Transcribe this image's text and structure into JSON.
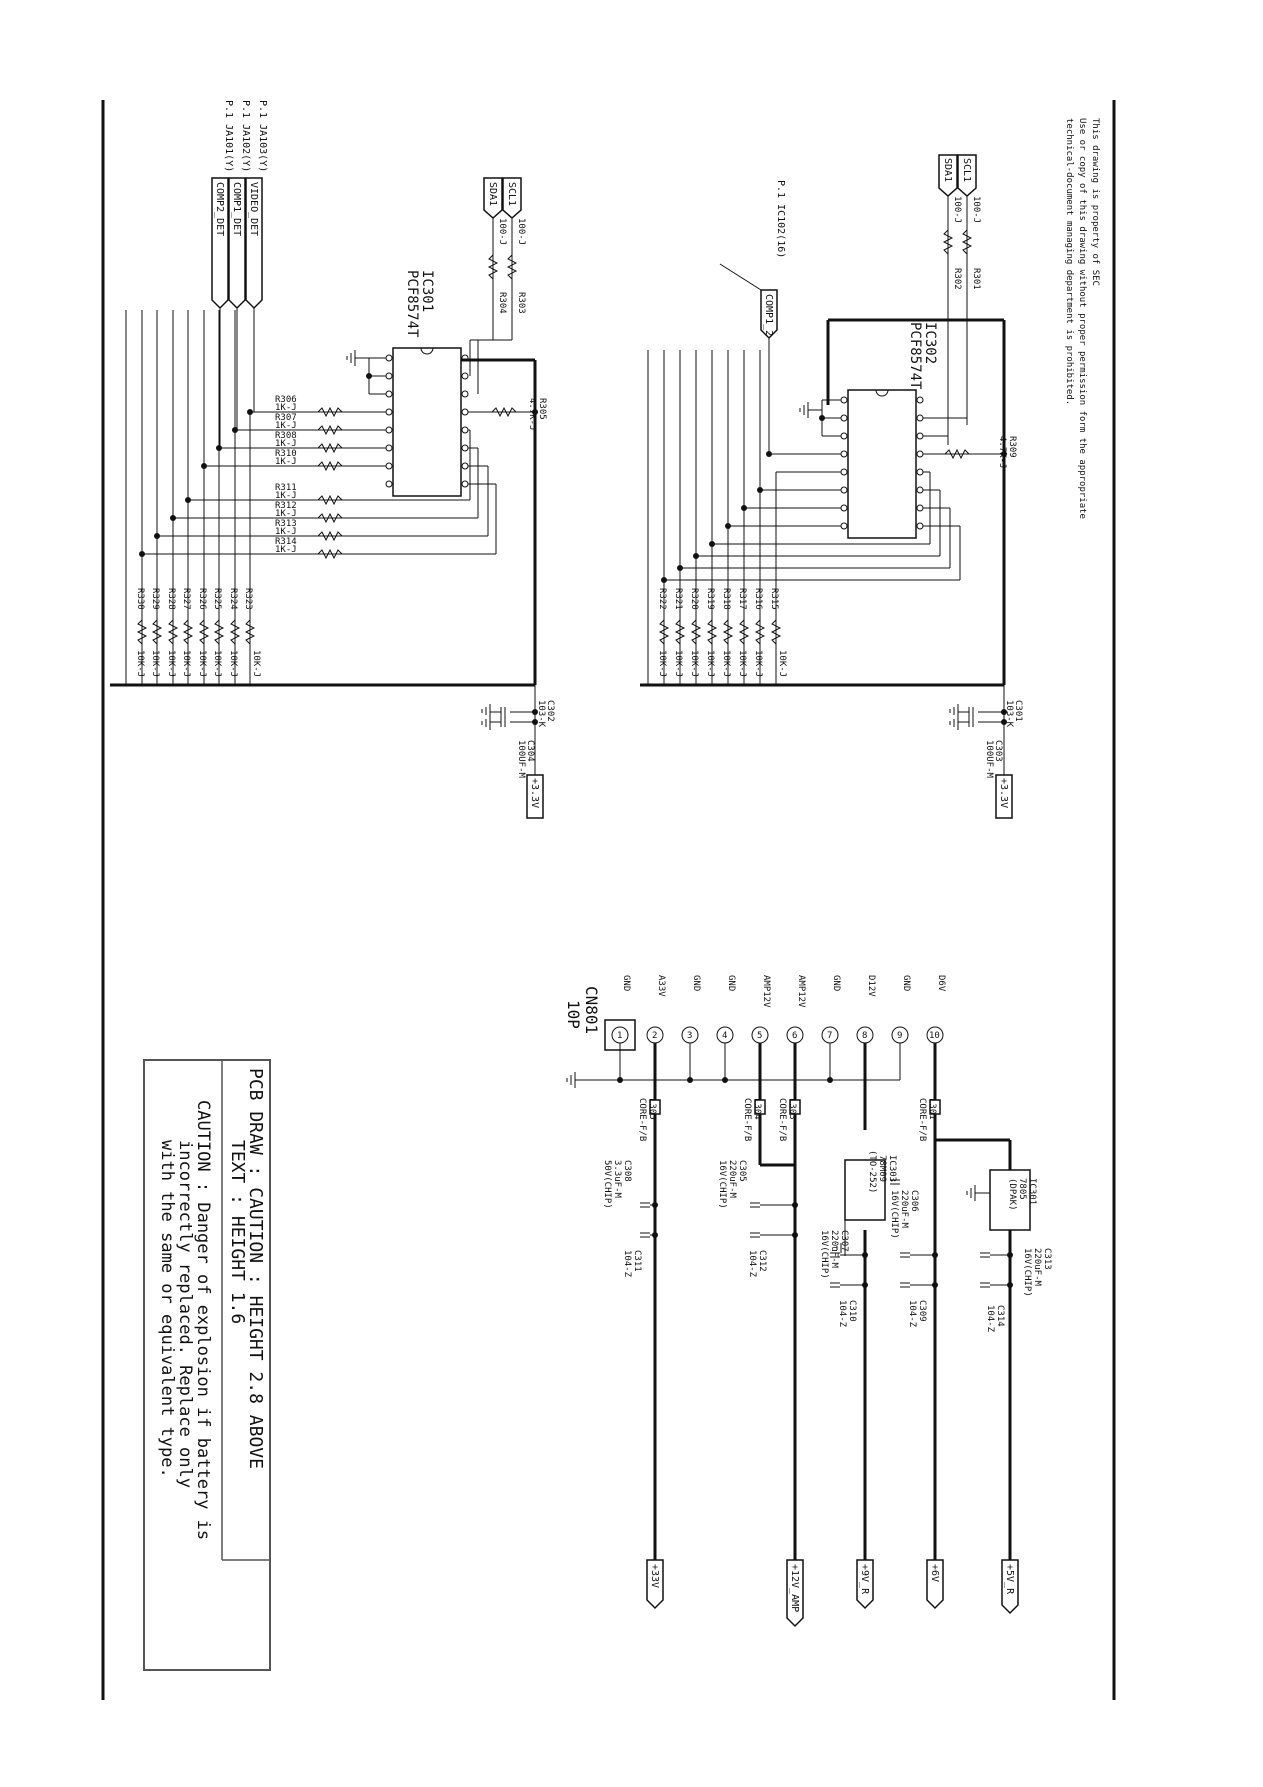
{
  "notice": {
    "line1": "This drawing is property of SEC",
    "line2": "Use or copy of this drawing without proper permission form the appropriate",
    "line3": "technical-document managing department is prohibited."
  },
  "ic301": {
    "ref": "IC301",
    "part": "PCF8574T",
    "inputs": {
      "sda": "SDA1",
      "scl": "SCL1",
      "video_det": "VIDEO_DET",
      "comp1_det": "COMP1_DET",
      "comp2_det": "COMP2_DET",
      "video_src": "P.1 JA103(Y)",
      "comp1_src": "P.1 JA102(Y)",
      "comp2_src": "P.1 JA101(Y)"
    },
    "series": [
      {
        "ref": "R303",
        "value": "100-J"
      },
      {
        "ref": "R304",
        "value": "100-J"
      }
    ],
    "pullup": {
      "ref": "R305",
      "value": "4.7K-J"
    },
    "isolation": [
      {
        "ref": "R306",
        "value": "1K-J"
      },
      {
        "ref": "R307",
        "value": "1K-J"
      },
      {
        "ref": "R308",
        "value": "1K-J"
      },
      {
        "ref": "R310",
        "value": "1K-J"
      },
      {
        "ref": "R311",
        "value": "1K-J"
      },
      {
        "ref": "R312",
        "value": "1K-J"
      },
      {
        "ref": "R313",
        "value": "1K-J"
      },
      {
        "ref": "R314",
        "value": "1K-J"
      }
    ],
    "bias": [
      {
        "ref": "R330",
        "value": "10K-J"
      },
      {
        "ref": "R329",
        "value": "10K-J"
      },
      {
        "ref": "R328",
        "value": "10K-J"
      },
      {
        "ref": "R327",
        "value": "10K-J"
      },
      {
        "ref": "R326",
        "value": "10K-J"
      },
      {
        "ref": "R325",
        "value": "10K-J"
      },
      {
        "ref": "R324",
        "value": "10K-J"
      },
      {
        "ref": "R323",
        "value": "10K-J"
      }
    ],
    "cap_a": {
      "ref": "C302",
      "value": "103-K"
    },
    "cap_b": {
      "ref": "C304",
      "value": "100UF-M"
    },
    "rail": "+3.3V"
  },
  "ic302": {
    "ref": "IC302",
    "part": "PCF8574T",
    "inputs": {
      "sda": "SDA1",
      "scl": "SCL1",
      "comp": "COMP1_2",
      "comp_src": "P.1 IC102(16)"
    },
    "series": [
      {
        "ref": "R302",
        "value": "100-J"
      },
      {
        "ref": "R301",
        "value": "100-J"
      }
    ],
    "pullup": {
      "ref": "R309",
      "value": "4.7K-J"
    },
    "bias": [
      {
        "ref": "R322",
        "value": "10K-J"
      },
      {
        "ref": "R321",
        "value": "10K-J"
      },
      {
        "ref": "R320",
        "value": "10K-J"
      },
      {
        "ref": "R319",
        "value": "10K-J"
      },
      {
        "ref": "R318",
        "value": "10K-J"
      },
      {
        "ref": "R317",
        "value": "10K-J"
      },
      {
        "ref": "R316",
        "value": "10K-J"
      },
      {
        "ref": "R315",
        "value": "10K-J"
      }
    ],
    "cap_a": {
      "ref": "C301",
      "value": "103-K"
    },
    "cap_b": {
      "ref": "C303",
      "value": "100UF-M"
    },
    "rail": "+3.3V"
  },
  "connector": {
    "ref": "CN801",
    "type": "10P",
    "pins": [
      {
        "num": "1",
        "name": "GND"
      },
      {
        "num": "2",
        "name": "A33V"
      },
      {
        "num": "3",
        "name": "GND"
      },
      {
        "num": "4",
        "name": "GND"
      },
      {
        "num": "5",
        "name": "AMP12V"
      },
      {
        "num": "6",
        "name": "AMP12V"
      },
      {
        "num": "7",
        "name": "GND"
      },
      {
        "num": "8",
        "name": "D12V"
      },
      {
        "num": "9",
        "name": "GND"
      },
      {
        "num": "10",
        "name": "D6V"
      }
    ]
  },
  "power": {
    "cores": [
      {
        "ref": "L305",
        "value": "CORE-F/B"
      },
      {
        "ref": "L304",
        "value": "CORE-F/B"
      },
      {
        "ref": "L303",
        "value": "CORE-F/B"
      },
      {
        "ref": "L301",
        "value": "CORE-F/B"
      }
    ],
    "reg_a": {
      "ref": "IC303",
      "part": "78M09",
      "pkg": "(TO-252)"
    },
    "reg_b": {
      "ref": "IC301",
      "part": "7805",
      "pkg": "(DPAK)"
    },
    "caps": [
      {
        "ref": "C308",
        "value": "3.3uF-M",
        "rating": "50V(CHIP)"
      },
      {
        "ref": "C311",
        "value": "104-Z"
      },
      {
        "ref": "C305",
        "value": "220uF-M",
        "rating": "16V(CHIP)"
      },
      {
        "ref": "C312",
        "value": "104-Z"
      },
      {
        "ref": "C306",
        "value": "220uF-M",
        "rating": "16V(CHIP)"
      },
      {
        "ref": "C307",
        "value": "220uF-M",
        "rating": "16V(CHIP)"
      },
      {
        "ref": "C310",
        "value": "104-Z"
      },
      {
        "ref": "C309",
        "value": "104-Z"
      },
      {
        "ref": "C313",
        "value": "220uF-M",
        "rating": "16V(CHIP)"
      },
      {
        "ref": "C314",
        "value": "104-Z"
      }
    ],
    "outputs": [
      "+33V",
      "+12V_AMP",
      "+9V_R",
      "+6V",
      "+5V_R"
    ]
  },
  "notes": {
    "pcb": "PCB DRAW : CAUTION : HEIGHT 2.8 ABOVE",
    "text": "TEXT : HEIGHT 1.6",
    "caution1": "CAUTION : Danger of explosion if battery is",
    "caution2": "incorrectly replaced. Replace only",
    "caution3": "with the same or equivalent type."
  }
}
